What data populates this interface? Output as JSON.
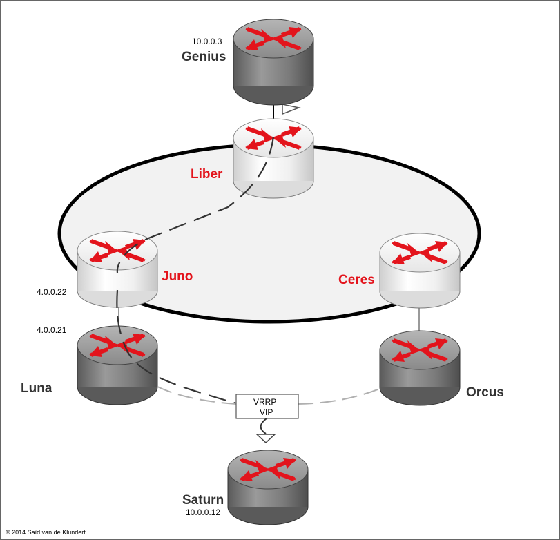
{
  "routers": {
    "genius": {
      "name": "Genius",
      "address": "10.0.0.3"
    },
    "liber": {
      "name": "Liber"
    },
    "juno": {
      "name": "Juno",
      "address": "4.0.0.22"
    },
    "ceres": {
      "name": "Ceres"
    },
    "luna": {
      "name": "Luna",
      "address": "4.0.0.21"
    },
    "orcus": {
      "name": "Orcus"
    },
    "saturn": {
      "name": "Saturn",
      "address": "10.0.0.12"
    }
  },
  "vrrp_box": {
    "line1": "VRRP",
    "line2": "VIP"
  },
  "copyright": "© 2014 Saïd van de Klundert",
  "colors": {
    "label_red": "#e3141c",
    "label_black": "#333333",
    "arrow_red": "#e3141c",
    "router_gray": "#7a7a7a",
    "router_white": "#f2f2f2"
  }
}
